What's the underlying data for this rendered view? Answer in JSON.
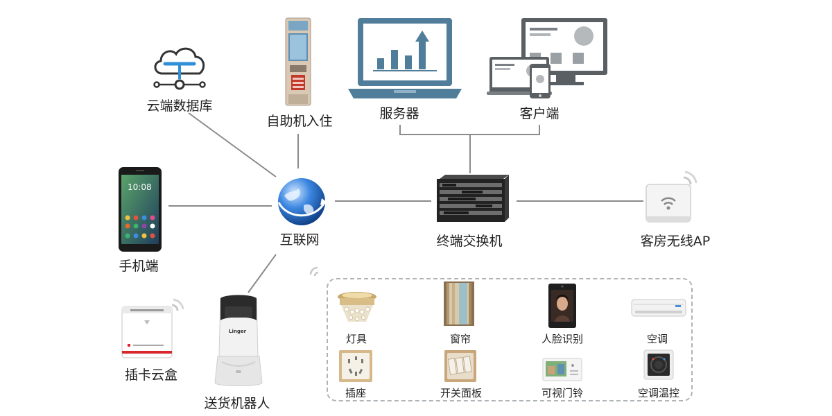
{
  "nodes": {
    "cloud_db": "云端数据库",
    "kiosk": "自助机入住",
    "server": "服务器",
    "client": "客户端",
    "phone": "手机端",
    "internet": "互联网",
    "switch": "终端交换机",
    "ap": "客房无线AP",
    "card_box": "插卡云盒",
    "robot": "送货机器人"
  },
  "devices": [
    {
      "label": "灯具",
      "icon": "chandelier-icon"
    },
    {
      "label": "窗帘",
      "icon": "curtain-icon"
    },
    {
      "label": "人脸识别",
      "icon": "face-recognition-icon"
    },
    {
      "label": "空调",
      "icon": "air-conditioner-icon"
    },
    {
      "label": "插座",
      "icon": "power-socket-icon"
    },
    {
      "label": "开关面板",
      "icon": "switch-panel-icon"
    },
    {
      "label": "可视门铃",
      "icon": "video-doorbell-icon"
    },
    {
      "label": "空调温控",
      "icon": "thermostat-icon"
    }
  ],
  "phone_screen": {
    "time": "10:08"
  },
  "robot_brand": "Linger",
  "colors": {
    "line": "#8a8a8a",
    "server_blue": "#4f7d9a",
    "client_gray": "#5a5f63",
    "cloud_blue": "#2f8fd8",
    "globe_blue": "#1c5fb8"
  }
}
